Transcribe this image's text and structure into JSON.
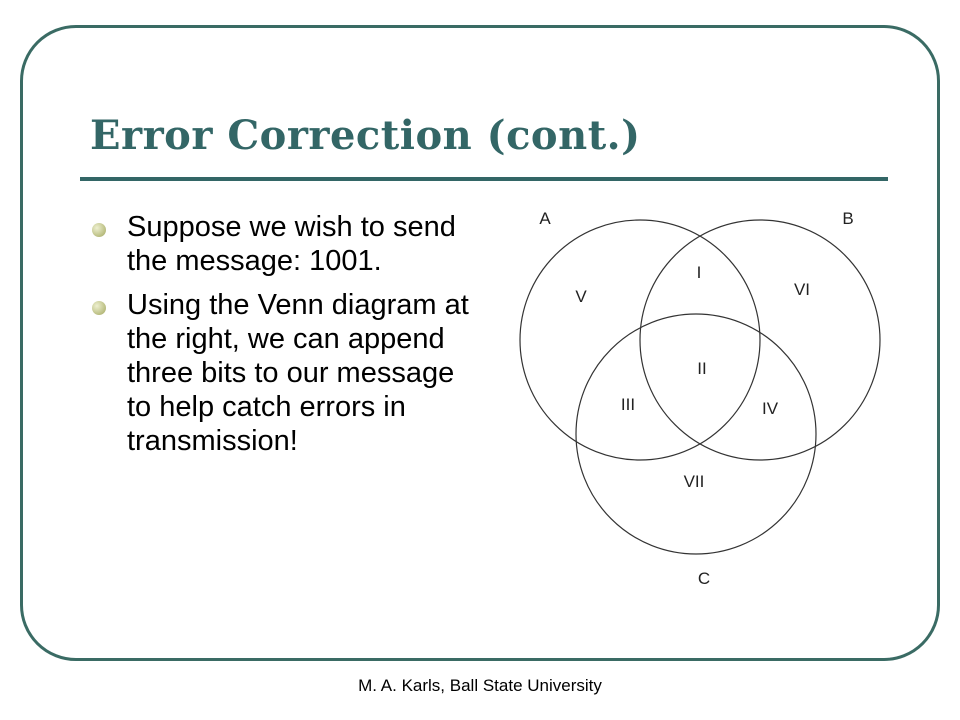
{
  "slide": {
    "title": "Error Correction (cont.)",
    "bullets": [
      "Suppose we wish to send the message: 1001.",
      "Using the Venn diagram at the right, we can append three bits to our message to help catch errors in transmission!"
    ]
  },
  "venn": {
    "sets": [
      "A",
      "B",
      "C"
    ],
    "regions": {
      "I": "I",
      "II": "II",
      "III": "III",
      "IV": "IV",
      "V": "V",
      "VI": "VI",
      "VII": "VII"
    }
  },
  "footer": "M. A. Karls, Ball State University",
  "colors": {
    "accent": "#336666",
    "bullet": "#b9bd80"
  }
}
